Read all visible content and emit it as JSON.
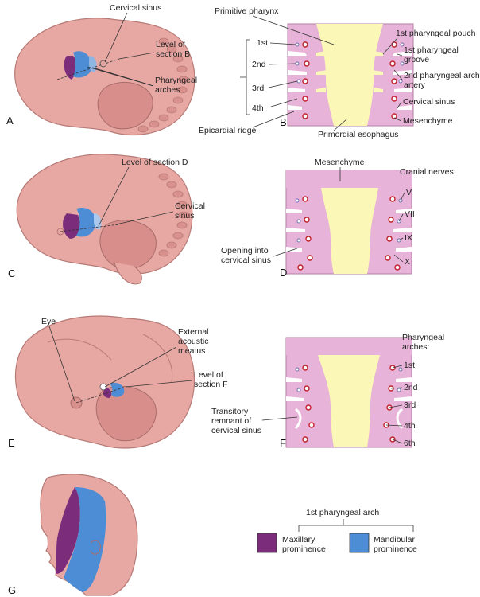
{
  "panels": {
    "A": {
      "letter": "A",
      "cervical_sinus": "Cervical sinus",
      "level": [
        "Level of",
        "section B"
      ],
      "arches": [
        "Pharyngeal",
        "arches"
      ]
    },
    "B": {
      "letter": "B",
      "primitive_pharynx": "Primitive pharynx",
      "arch_numbers": [
        "1st",
        "2nd",
        "3rd",
        "4th"
      ],
      "pouch": "1st pharyngeal pouch",
      "groove": [
        "1st pharyngeal",
        "groove"
      ],
      "artery": [
        "2nd pharyngeal arch",
        "artery"
      ],
      "cervical_sinus": "Cervical sinus",
      "mesenchyme": "Mesenchyme",
      "epicardial": "Epicardial ridge",
      "esophagus": "Primordial esophagus"
    },
    "C": {
      "letter": "C",
      "level": "Level of section D",
      "cervical_sinus": [
        "Cervical",
        "sinus"
      ]
    },
    "D": {
      "letter": "D",
      "mesenchyme": "Mesenchyme",
      "cranial_nerves": "Cranial nerves:",
      "nerves": [
        "V",
        "VII",
        "IX",
        "X"
      ],
      "opening": [
        "Opening into",
        "cervical sinus"
      ]
    },
    "E": {
      "letter": "E",
      "eye": "Eye",
      "meatus": [
        "External",
        "acoustic",
        "meatus"
      ],
      "level": [
        "Level of",
        "section F"
      ]
    },
    "F": {
      "letter": "F",
      "arches_title": [
        "Pharyngeal",
        "arches:"
      ],
      "arches": [
        "1st",
        "2nd",
        "3rd",
        "4th",
        "6th"
      ],
      "remnant": [
        "Transitory",
        "remnant of",
        "cervical sinus"
      ]
    },
    "G": {
      "letter": "G",
      "legend_title": "1st pharyngeal arch",
      "maxillary": [
        "Maxillary",
        "prominence"
      ],
      "mandibular": [
        "Mandibular",
        "prominence"
      ]
    }
  },
  "colors": {
    "maxillary": "#7b2d7c",
    "mandibular": "#4d8dd6",
    "mesenchyme": "#e7b3d8",
    "lumen": "#fbf7b6",
    "embryo": "#e7a8a3"
  }
}
